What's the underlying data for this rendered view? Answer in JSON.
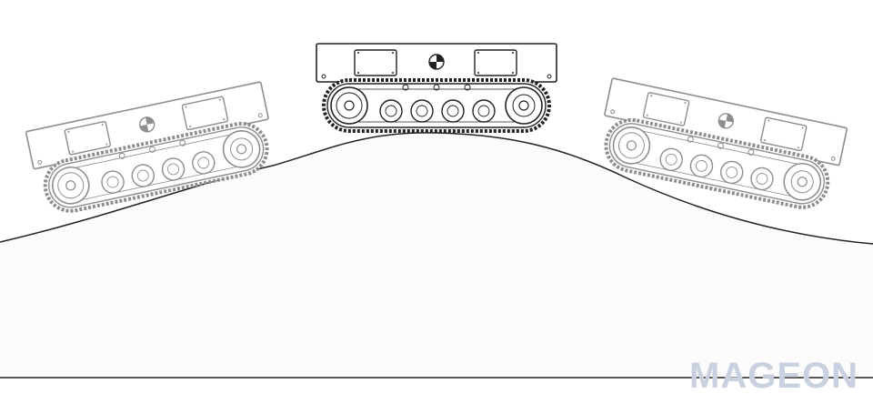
{
  "brand": {
    "text": "MAGEON",
    "color": "#c9d1e0"
  },
  "scene": {
    "line_color": "#222222",
    "ground_fill": "#fbfbfb",
    "faded_line_color": "#8e8e8e",
    "tracked_chassis": [
      {
        "name": "chassis-climbing",
        "state": "ascending slope",
        "faded": true
      },
      {
        "name": "chassis-on-crest",
        "state": "level on crest",
        "faded": false
      },
      {
        "name": "chassis-descending",
        "state": "descending slope",
        "faded": true
      }
    ]
  }
}
